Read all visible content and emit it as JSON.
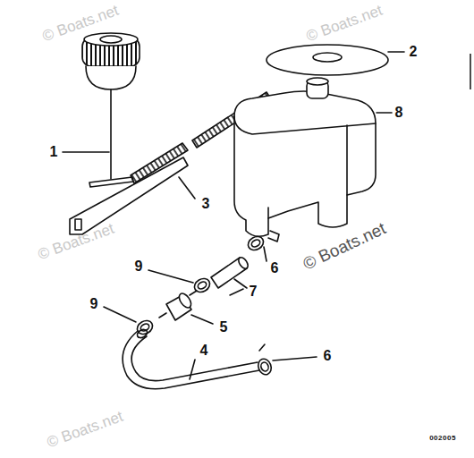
{
  "diagram": {
    "labels": [
      "1",
      "2",
      "8",
      "3",
      "6",
      "9",
      "7",
      "9",
      "5",
      "4",
      "6",
      "© Boats.net",
      "© Boats.net",
      "© Boats.net",
      "© Boats.net",
      "© Boats.net",
      "002005"
    ]
  }
}
